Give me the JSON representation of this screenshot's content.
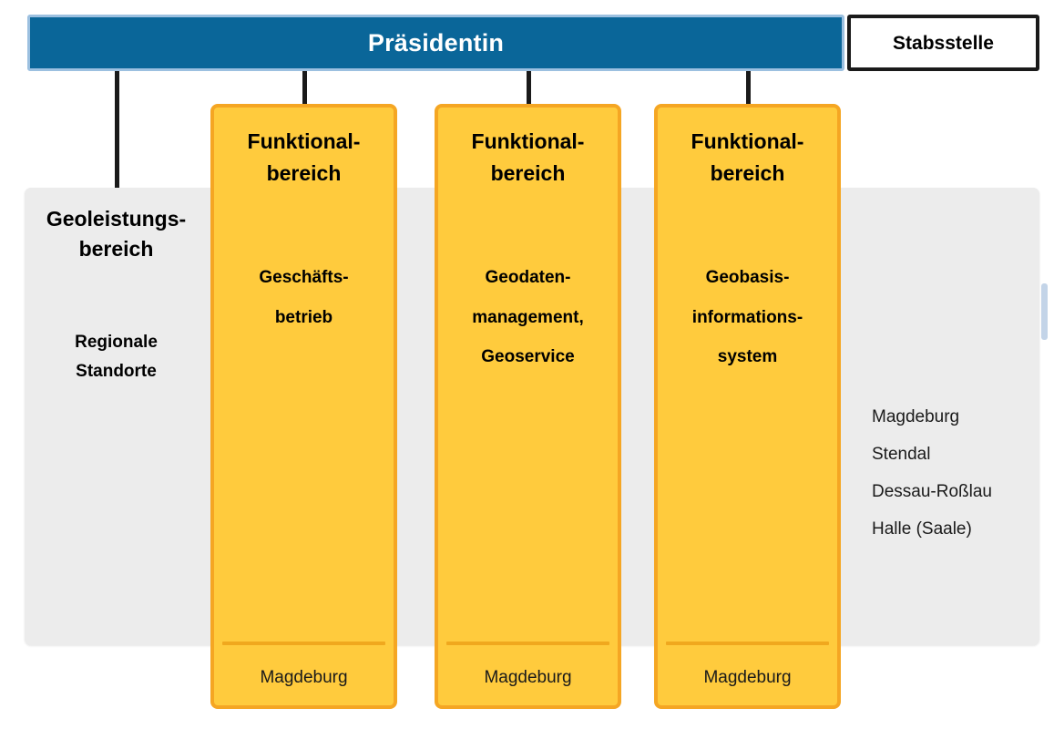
{
  "president": {
    "label": "Präsidentin"
  },
  "staff_unit": {
    "label": "Stabsstelle"
  },
  "geo_service_area": {
    "title_line1": "Geoleistungs-",
    "title_line2": "bereich",
    "subtitle_line1": "Regionale",
    "subtitle_line2": "Standorte",
    "locations": [
      "Magdeburg",
      "Stendal",
      "Dessau-Roßlau",
      "Halle (Saale)"
    ]
  },
  "functional_areas": [
    {
      "head_line1": "Funktional-",
      "head_line2": "bereich",
      "body_lines": [
        "Geschäfts-",
        "betrieb"
      ],
      "location": "Magdeburg"
    },
    {
      "head_line1": "Funktional-",
      "head_line2": "bereich",
      "body_lines": [
        "Geodaten-",
        "management,",
        "Geoservice"
      ],
      "location": "Magdeburg"
    },
    {
      "head_line1": "Funktional-",
      "head_line2": "bereich",
      "body_lines": [
        "Geobasis-",
        "informations-",
        "system"
      ],
      "location": "Magdeburg"
    }
  ],
  "colors": {
    "president_fill": "#0A6699",
    "president_border": "#9CC0E0",
    "panel_fill": "#ECECEC",
    "column_fill": "#FFCB3D",
    "column_border": "#F5A623",
    "divider": "#F0A81E",
    "connector": "#1A1A1A",
    "handle": "#C3D4E8"
  }
}
